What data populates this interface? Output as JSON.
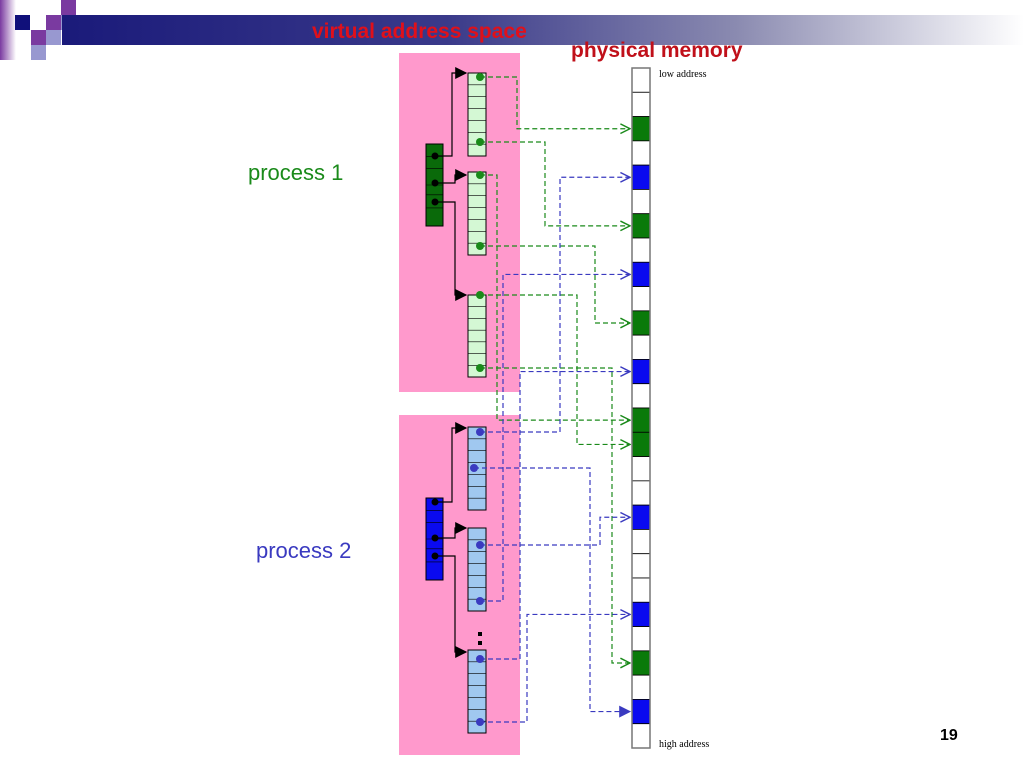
{
  "slide": {
    "title_virtual": "virtual address space",
    "title_physical": "physical memory",
    "page_number": "19"
  },
  "processes": [
    {
      "label": "process 1",
      "color": "#1a8a1a",
      "page_table_color": "#0a6a0a",
      "page_color": "#d4f8d4",
      "dot_color": "#1a8a1a",
      "line_color": "#1a8a1a"
    },
    {
      "label": "process 2",
      "color": "#3a3ac0",
      "page_table_color": "#0a0af0",
      "page_color": "#a0c8f0",
      "dot_color": "#3a3ad0",
      "line_color": "#3a3ac0"
    }
  ],
  "memory": {
    "low_label": "low address",
    "high_label": "high address",
    "cells": [
      "empty",
      "empty",
      "p1",
      "empty",
      "p2",
      "empty",
      "p1",
      "empty",
      "p2",
      "empty",
      "p1",
      "empty",
      "p2",
      "empty",
      "p1",
      "p1",
      "empty",
      "empty",
      "p2",
      "empty",
      "empty",
      "empty",
      "p2",
      "empty",
      "p1",
      "empty",
      "p2",
      "empty"
    ],
    "colors": {
      "p1": "#0a7a0a",
      "p2": "#0a0af0",
      "empty": "#ffffff"
    }
  }
}
